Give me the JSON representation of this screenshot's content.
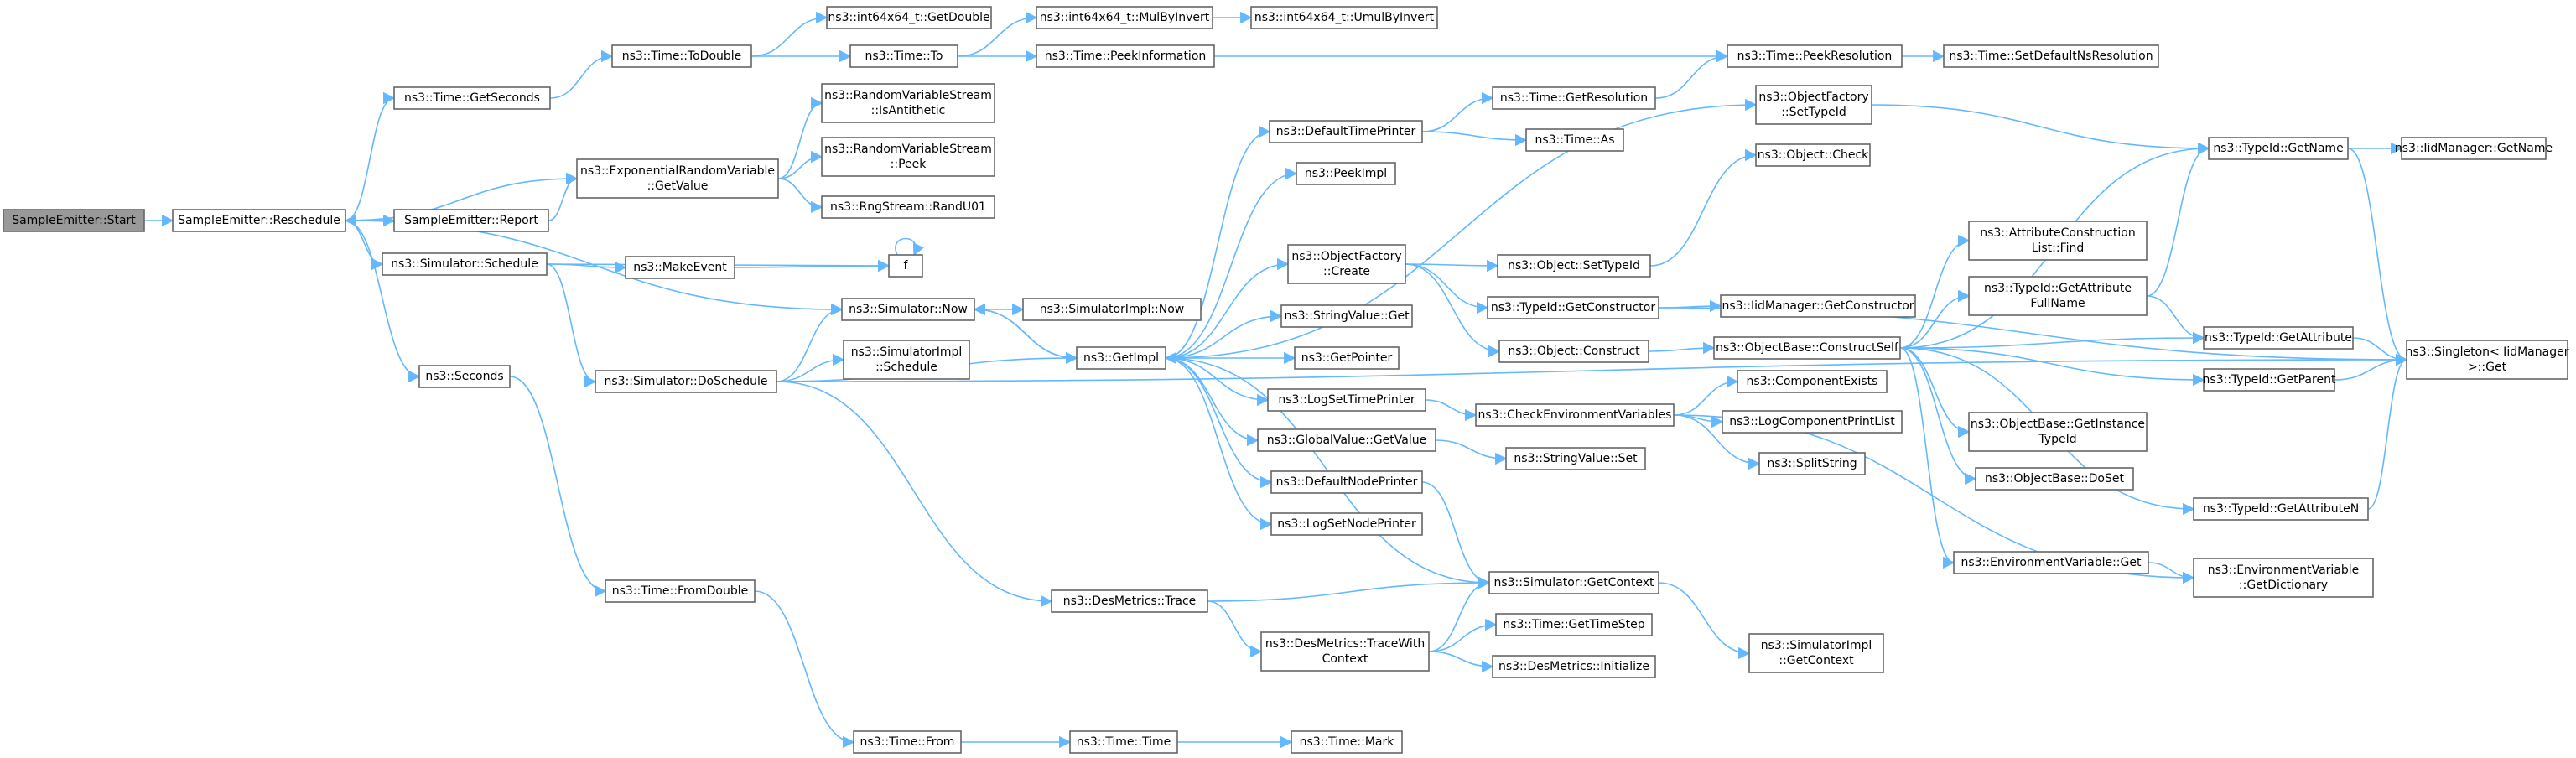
{
  "graph": {
    "direction": "left-to-right",
    "edge_color": "#63b8ff",
    "node_border_color": "#666666",
    "root_fill_color": "#999999",
    "truncated_border_color": "#ff0000",
    "truncated_fill_color": "#fff0f0",
    "nodes": [
      {
        "id": "n0",
        "lines": [
          "SampleEmitter::Start"
        ],
        "kind": "root"
      },
      {
        "id": "n1",
        "lines": [
          "SampleEmitter::Reschedule"
        ]
      },
      {
        "id": "n2",
        "lines": [
          "ns3::Time::GetSeconds"
        ]
      },
      {
        "id": "n3",
        "lines": [
          "SampleEmitter::Report"
        ]
      },
      {
        "id": "n4",
        "lines": [
          "ns3::Simulator::Schedule"
        ]
      },
      {
        "id": "n5",
        "lines": [
          "ns3::Seconds"
        ]
      },
      {
        "id": "n6",
        "lines": [
          "ns3::Time::ToDouble"
        ]
      },
      {
        "id": "n7",
        "lines": [
          "ns3::ExponentialRandomVariable",
          "::GetValue"
        ]
      },
      {
        "id": "n8",
        "lines": [
          "ns3::MakeEvent"
        ]
      },
      {
        "id": "n9",
        "lines": [
          "ns3::Simulator::DoSchedule"
        ]
      },
      {
        "id": "n10",
        "lines": [
          "ns3::Time::FromDouble"
        ]
      },
      {
        "id": "n11",
        "lines": [
          "ns3::int64x64_t::GetDouble"
        ]
      },
      {
        "id": "n12",
        "lines": [
          "ns3::Time::To"
        ]
      },
      {
        "id": "n13",
        "lines": [
          "ns3::RandomVariableStream",
          "::IsAntithetic"
        ]
      },
      {
        "id": "n14",
        "lines": [
          "ns3::RandomVariableStream",
          "::Peek"
        ]
      },
      {
        "id": "n15",
        "lines": [
          "ns3::RngStream::RandU01"
        ]
      },
      {
        "id": "n16",
        "lines": [
          "f"
        ]
      },
      {
        "id": "n17",
        "lines": [
          "ns3::Simulator::Now"
        ]
      },
      {
        "id": "n18",
        "lines": [
          "ns3::SimulatorImpl",
          "::Schedule"
        ]
      },
      {
        "id": "n19",
        "lines": [
          "ns3::DesMetrics::Trace"
        ]
      },
      {
        "id": "n20",
        "lines": [
          "ns3::Time::From"
        ]
      },
      {
        "id": "n21",
        "lines": [
          "ns3::int64x64_t::MulByInvert"
        ]
      },
      {
        "id": "n22",
        "lines": [
          "ns3::Time::PeekInformation"
        ]
      },
      {
        "id": "n23",
        "lines": [
          "ns3::SimulatorImpl::Now"
        ]
      },
      {
        "id": "n24",
        "lines": [
          "ns3::GetImpl"
        ]
      },
      {
        "id": "n25",
        "lines": [
          "ns3::DesMetrics::TraceWith",
          "Context"
        ]
      },
      {
        "id": "n26",
        "lines": [
          "ns3::Time::Time"
        ]
      },
      {
        "id": "n27",
        "lines": [
          "ns3::int64x64_t::UmulByInvert"
        ]
      },
      {
        "id": "n28",
        "lines": [
          "ns3::DefaultTimePrinter"
        ]
      },
      {
        "id": "n29",
        "lines": [
          "ns3::PeekImpl"
        ]
      },
      {
        "id": "n30",
        "lines": [
          "ns3::ObjectFactory",
          "::Create"
        ]
      },
      {
        "id": "n31",
        "lines": [
          "ns3::StringValue::Get"
        ]
      },
      {
        "id": "n32",
        "lines": [
          "ns3::GetPointer"
        ]
      },
      {
        "id": "n33",
        "lines": [
          "ns3::LogSetTimePrinter"
        ]
      },
      {
        "id": "n34",
        "lines": [
          "ns3::GlobalValue::GetValue"
        ]
      },
      {
        "id": "n35",
        "lines": [
          "ns3::DefaultNodePrinter"
        ]
      },
      {
        "id": "n36",
        "lines": [
          "ns3::LogSetNodePrinter"
        ]
      },
      {
        "id": "n37",
        "lines": [
          "ns3::Time::Mark"
        ]
      },
      {
        "id": "n38",
        "lines": [
          "ns3::Time::GetResolution"
        ]
      },
      {
        "id": "n39",
        "lines": [
          "ns3::Time::As"
        ]
      },
      {
        "id": "n40",
        "lines": [
          "ns3::Object::SetTypeId"
        ]
      },
      {
        "id": "n41",
        "lines": [
          "ns3::TypeId::GetConstructor"
        ]
      },
      {
        "id": "n42",
        "lines": [
          "ns3::Object::Construct"
        ]
      },
      {
        "id": "n43",
        "lines": [
          "ns3::CheckEnvironmentVariables"
        ]
      },
      {
        "id": "n44",
        "lines": [
          "ns3::StringValue::Set"
        ]
      },
      {
        "id": "n45",
        "lines": [
          "ns3::Simulator::GetContext"
        ]
      },
      {
        "id": "n46",
        "lines": [
          "ns3::Time::GetTimeStep"
        ]
      },
      {
        "id": "n47",
        "lines": [
          "ns3::DesMetrics::Initialize"
        ],
        "kind": "truncated"
      },
      {
        "id": "n48",
        "lines": [
          "ns3::Time::PeekResolution"
        ]
      },
      {
        "id": "n49",
        "lines": [
          "ns3::ObjectFactory",
          "::SetTypeId"
        ]
      },
      {
        "id": "n50",
        "lines": [
          "ns3::Object::Check"
        ],
        "kind": "truncated"
      },
      {
        "id": "n51",
        "lines": [
          "ns3::IidManager::GetConstructor"
        ],
        "kind": "truncated"
      },
      {
        "id": "n52",
        "lines": [
          "ns3::ObjectBase::ConstructSelf"
        ],
        "kind": "truncated"
      },
      {
        "id": "n53",
        "lines": [
          "ns3::ComponentExists"
        ],
        "kind": "truncated"
      },
      {
        "id": "n54",
        "lines": [
          "ns3::LogComponentPrintList"
        ],
        "kind": "truncated"
      },
      {
        "id": "n55",
        "lines": [
          "ns3::SplitString"
        ]
      },
      {
        "id": "n56",
        "lines": [
          "ns3::SimulatorImpl",
          "::GetContext"
        ]
      },
      {
        "id": "n57",
        "lines": [
          "ns3::Time::SetDefaultNsResolution"
        ],
        "kind": "truncated"
      },
      {
        "id": "n58",
        "lines": [
          "ns3::TypeId::GetName"
        ]
      },
      {
        "id": "n59",
        "lines": [
          "ns3::AttributeConstruction",
          "List::Find"
        ]
      },
      {
        "id": "n60",
        "lines": [
          "ns3::TypeId::GetAttribute",
          "FullName"
        ]
      },
      {
        "id": "n61",
        "lines": [
          "ns3::ObjectBase::GetInstance",
          "TypeId"
        ]
      },
      {
        "id": "n62",
        "lines": [
          "ns3::ObjectBase::DoSet"
        ]
      },
      {
        "id": "n63",
        "lines": [
          "ns3::EnvironmentVariable::Get"
        ]
      },
      {
        "id": "n64",
        "lines": [
          "ns3::IidManager::GetName"
        ],
        "kind": "truncated"
      },
      {
        "id": "n65",
        "lines": [
          "ns3::TypeId::GetAttribute"
        ],
        "kind": "truncated"
      },
      {
        "id": "n66",
        "lines": [
          "ns3::TypeId::GetParent"
        ],
        "kind": "truncated"
      },
      {
        "id": "n67",
        "lines": [
          "ns3::TypeId::GetAttributeN"
        ],
        "kind": "truncated"
      },
      {
        "id": "n68",
        "lines": [
          "ns3::EnvironmentVariable",
          "::GetDictionary"
        ],
        "kind": "truncated"
      },
      {
        "id": "n69",
        "lines": [
          "ns3::Singleton< IidManager",
          " >::Get"
        ]
      }
    ],
    "edges": [
      [
        "n0",
        "n1"
      ],
      [
        "n1",
        "n2"
      ],
      [
        "n1",
        "n3"
      ],
      [
        "n1",
        "n4"
      ],
      [
        "n1",
        "n5"
      ],
      [
        "n1",
        "n7"
      ],
      [
        "n1",
        "n17"
      ],
      [
        "n2",
        "n6"
      ],
      [
        "n3",
        "n7"
      ],
      [
        "n3",
        "n1"
      ],
      [
        "n4",
        "n8"
      ],
      [
        "n4",
        "n9"
      ],
      [
        "n4",
        "n16"
      ],
      [
        "n5",
        "n10"
      ],
      [
        "n6",
        "n11"
      ],
      [
        "n6",
        "n12"
      ],
      [
        "n7",
        "n13"
      ],
      [
        "n7",
        "n14"
      ],
      [
        "n7",
        "n15"
      ],
      [
        "n8",
        "n16"
      ],
      [
        "n9",
        "n17"
      ],
      [
        "n9",
        "n18"
      ],
      [
        "n9",
        "n19"
      ],
      [
        "n9",
        "n24"
      ],
      [
        "n9",
        "n69"
      ],
      [
        "n10",
        "n20"
      ],
      [
        "n12",
        "n21"
      ],
      [
        "n12",
        "n22"
      ],
      [
        "n16",
        "n16"
      ],
      [
        "n17",
        "n23"
      ],
      [
        "n17",
        "n24"
      ],
      [
        "n19",
        "n45"
      ],
      [
        "n19",
        "n25"
      ],
      [
        "n20",
        "n26"
      ],
      [
        "n21",
        "n27"
      ],
      [
        "n22",
        "n48"
      ],
      [
        "n24",
        "n28"
      ],
      [
        "n24",
        "n29"
      ],
      [
        "n24",
        "n30"
      ],
      [
        "n24",
        "n31"
      ],
      [
        "n24",
        "n32"
      ],
      [
        "n24",
        "n33"
      ],
      [
        "n24",
        "n34"
      ],
      [
        "n24",
        "n35"
      ],
      [
        "n24",
        "n36"
      ],
      [
        "n24",
        "n49"
      ],
      [
        "n24",
        "n17"
      ],
      [
        "n25",
        "n45"
      ],
      [
        "n25",
        "n46"
      ],
      [
        "n25",
        "n47"
      ],
      [
        "n26",
        "n37"
      ],
      [
        "n28",
        "n38"
      ],
      [
        "n28",
        "n39"
      ],
      [
        "n30",
        "n40"
      ],
      [
        "n30",
        "n41"
      ],
      [
        "n30",
        "n42"
      ],
      [
        "n33",
        "n43"
      ],
      [
        "n34",
        "n44"
      ],
      [
        "n35",
        "n45"
      ],
      [
        "n38",
        "n48"
      ],
      [
        "n40",
        "n50"
      ],
      [
        "n41",
        "n51"
      ],
      [
        "n41",
        "n69"
      ],
      [
        "n42",
        "n52"
      ],
      [
        "n43",
        "n53"
      ],
      [
        "n43",
        "n54"
      ],
      [
        "n43",
        "n55"
      ],
      [
        "n43",
        "n68"
      ],
      [
        "n45",
        "n56"
      ],
      [
        "n45",
        "n24"
      ],
      [
        "n48",
        "n57"
      ],
      [
        "n49",
        "n58"
      ],
      [
        "n52",
        "n58"
      ],
      [
        "n52",
        "n59"
      ],
      [
        "n52",
        "n60"
      ],
      [
        "n52",
        "n61"
      ],
      [
        "n52",
        "n62"
      ],
      [
        "n52",
        "n63"
      ],
      [
        "n52",
        "n65"
      ],
      [
        "n52",
        "n66"
      ],
      [
        "n52",
        "n67"
      ],
      [
        "n58",
        "n64"
      ],
      [
        "n58",
        "n69"
      ],
      [
        "n60",
        "n58"
      ],
      [
        "n60",
        "n65"
      ],
      [
        "n63",
        "n68"
      ],
      [
        "n65",
        "n69"
      ],
      [
        "n66",
        "n69"
      ],
      [
        "n67",
        "n69"
      ]
    ]
  }
}
